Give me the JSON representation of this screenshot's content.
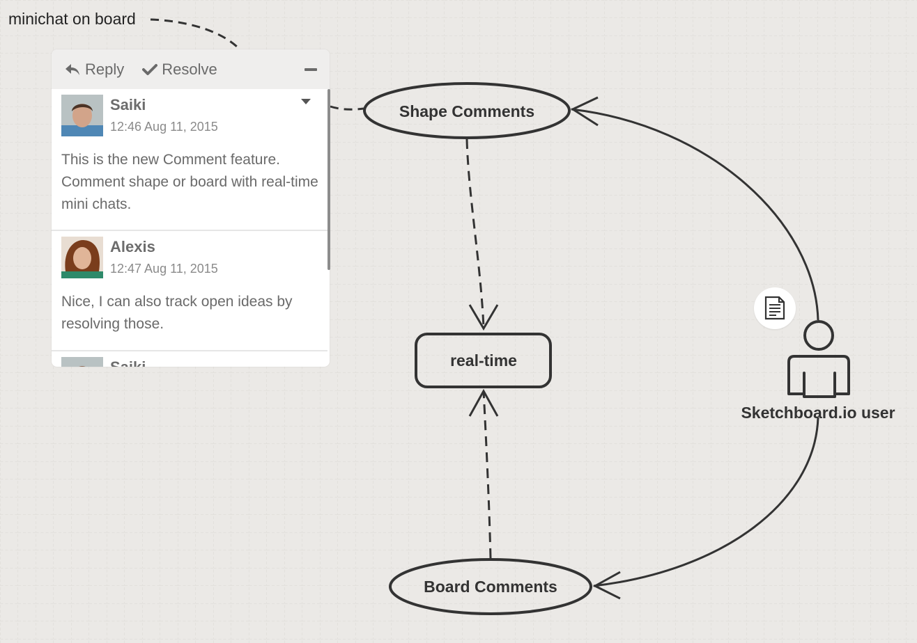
{
  "board": {
    "label": "minichat on board"
  },
  "shapes": {
    "shape_comments": "Shape Comments",
    "real_time": "real-time",
    "board_comments": "Board Comments",
    "user": "Sketchboard.io user"
  },
  "panel": {
    "reply_label": "Reply",
    "resolve_label": "Resolve",
    "comments": [
      {
        "author": "Saiki",
        "time": "12:46 Aug 11, 2015",
        "text": "This is the new Comment feature. Comment shape or board with real-time mini chats."
      },
      {
        "author": "Alexis",
        "time": "12:47 Aug 11, 2015",
        "text": "Nice, I can also track open ideas by resolving those."
      },
      {
        "author": "Saiki",
        "time": "",
        "text": ""
      }
    ]
  },
  "icons": {
    "reply": "reply-arrow-icon",
    "resolve": "checkmark-icon",
    "minimize": "minus-icon",
    "dropdown": "caret-down-icon",
    "badge": "comment-document-icon"
  },
  "colors": {
    "background": "#ebe9e6",
    "grid": "#d9d7d3",
    "stroke": "#333333",
    "panel_header": "#efeeed",
    "text_muted": "#6a6a6a"
  }
}
